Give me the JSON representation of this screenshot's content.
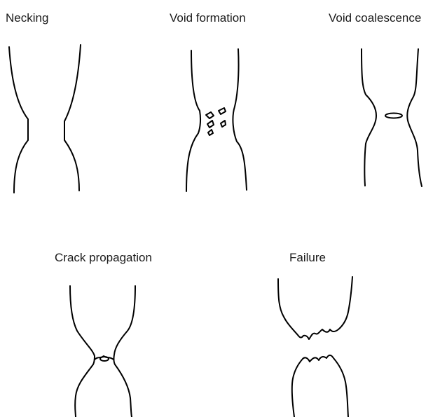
{
  "stages": [
    {
      "id": "necking",
      "label": "Necking"
    },
    {
      "id": "void-formation",
      "label": "Void formation"
    },
    {
      "id": "void-coalescence",
      "label": "Void coalescence"
    },
    {
      "id": "crack-propagation",
      "label": "Crack propagation"
    },
    {
      "id": "failure",
      "label": "Failure"
    }
  ]
}
